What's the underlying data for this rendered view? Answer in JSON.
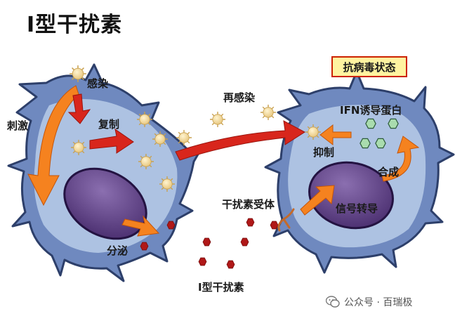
{
  "title": "I型干扰素",
  "state_label": "抗病毒状态",
  "labels": {
    "infection": "感染",
    "stimulation": "刺激",
    "replication": "复制",
    "secretion": "分泌",
    "reinfection": "再感染",
    "receptor": "干扰素受体",
    "ifn_label": "I型干扰素",
    "ifn_induced_protein": "IFN诱导蛋白",
    "inhibition": "抑制",
    "synthesis": "合成",
    "signal_transduction": "信号转导"
  },
  "watermark": {
    "text": "公众号 · 百瑞极",
    "icon": "wechat-icon"
  },
  "colors": {
    "cell": "#6f89bf",
    "cell_inner": "#b9cce8",
    "nucleus": "#6a4a8c",
    "virus": "#f3dca0",
    "arrow_red": "#d8261c",
    "arrow_orange": "#f5821f",
    "interferon": "#b01818",
    "protein": "#9ed3a5",
    "state_box_fill": "#fff3a0",
    "state_box_border": "#cc2200"
  }
}
